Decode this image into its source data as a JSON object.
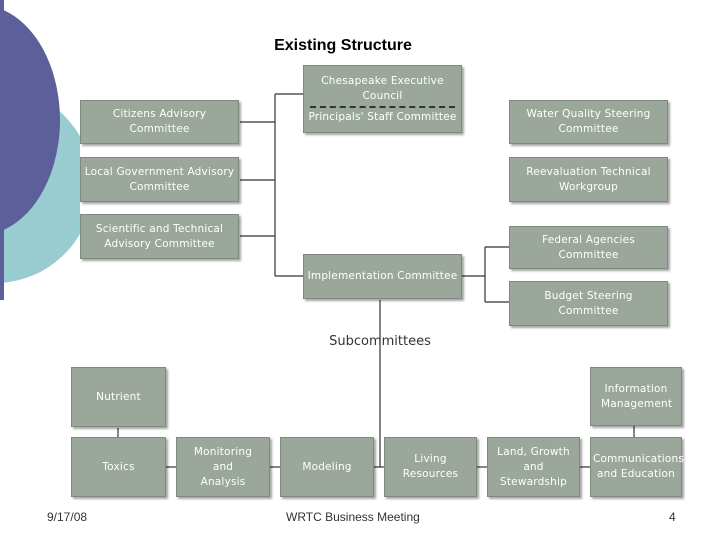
{
  "title": "Existing Structure",
  "council": {
    "top": "Chesapeake Executive Council",
    "bottom": "Principals' Staff Committee"
  },
  "left_committees": [
    "Citizens Advisory Committee",
    "Local Government Advisory Committee",
    "Scientific and Technical Advisory Committee"
  ],
  "right_committees": [
    "Water Quality Steering Committee",
    "Reevaluation Technical Workgroup"
  ],
  "implementation": "Implementation Committee",
  "implementation_children": [
    "Federal Agencies Committee",
    "Budget Steering Committee"
  ],
  "subcommittees_label": "Subcommittees",
  "subcommittees": {
    "nutrient": "Nutrient",
    "toxics": "Toxics",
    "monitoring": "Monitoring and Analysis",
    "modeling": "Modeling",
    "living_resources": "Living Resources",
    "land": "Land, Growth and Stewardship",
    "communications": "Communications and Education",
    "information": "Information Management"
  },
  "footer": {
    "date": "9/17/08",
    "meeting": "WRTC  Business Meeting",
    "page": "4"
  },
  "colors": {
    "box_fill": "#9aa79a",
    "deco_purple": "#5c5f99",
    "deco_teal": "#98ccd0"
  }
}
